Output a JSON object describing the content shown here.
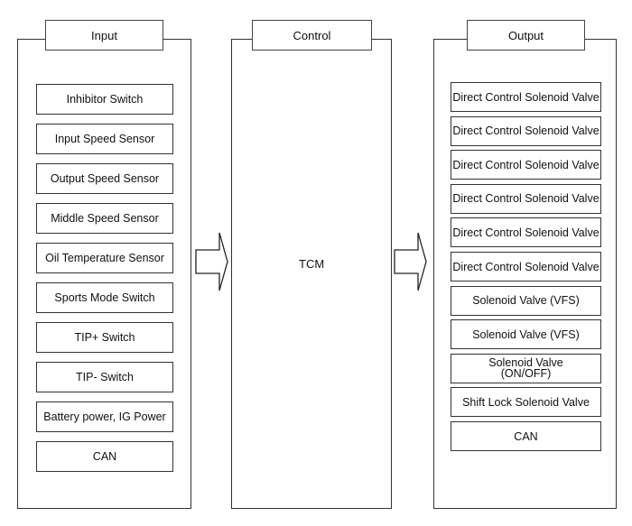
{
  "diagram": {
    "input": {
      "title": "Input",
      "items": [
        "Inhibitor Switch",
        "Input Speed Sensor",
        "Output Speed Sensor",
        "Middle Speed Sensor",
        "Oil Temperature Sensor",
        "Sports Mode Switch",
        "TIP+ Switch",
        "TIP- Switch",
        "Battery power, IG Power",
        "CAN"
      ]
    },
    "control": {
      "title": "Control",
      "unit": "TCM"
    },
    "output": {
      "title": "Output",
      "items": [
        "Direct Control Solenoid Valve",
        "Direct Control Solenoid Valve",
        "Direct Control Solenoid Valve",
        "Direct Control Solenoid Valve",
        "Direct Control Solenoid Valve",
        "Direct Control Solenoid Valve",
        "Solenoid Valve (VFS)",
        "Solenoid Valve (VFS)",
        "Solenoid Valve\n(ON/OFF)",
        "Shift Lock Solenoid Valve",
        "CAN"
      ]
    },
    "arrows": [
      {
        "from": "Input",
        "to": "Control"
      },
      {
        "from": "Control",
        "to": "Output"
      }
    ]
  }
}
